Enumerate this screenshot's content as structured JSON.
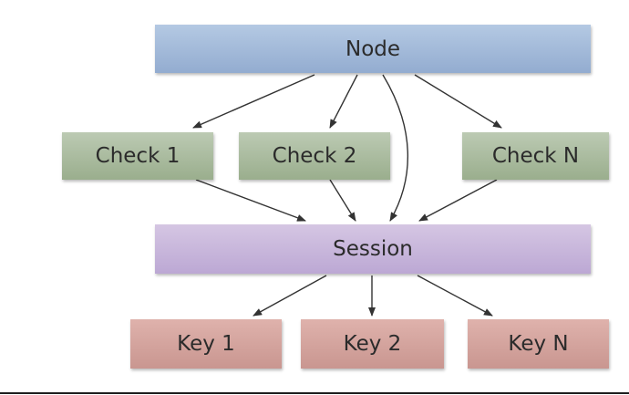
{
  "diagram": {
    "node_label": "Node",
    "checks": [
      "Check 1",
      "Check 2",
      "Check N"
    ],
    "session_label": "Session",
    "keys": [
      "Key 1",
      "Key 2",
      "Key N"
    ]
  },
  "colors": {
    "node": "#a4bbdb",
    "check": "#aabc9f",
    "session": "#c8b6dc",
    "key": "#d4a49e",
    "arrow": "#333333",
    "text": "#2b2b2b"
  }
}
